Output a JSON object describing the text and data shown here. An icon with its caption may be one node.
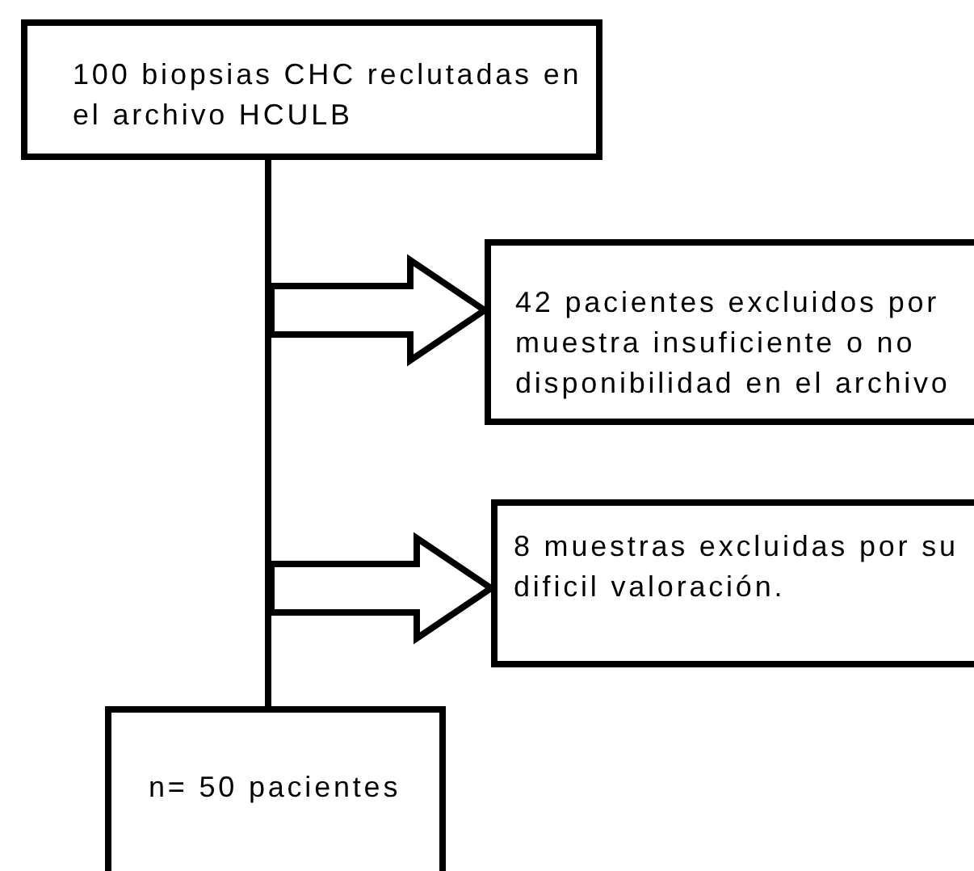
{
  "diagram": {
    "nodes": [
      {
        "text": [
          "100 biopsias CHC reclutadas en el archivo HCULB"
        ]
      },
      {
        "text": [
          "42 pacientes excluidos por muestra insuficiente o no disponibilidad en el archivo"
        ]
      },
      {
        "text": [
          "8 muestras excluidas por su dificil valoración."
        ]
      },
      {
        "text": [
          "n= 50 pacientes"
        ]
      }
    ],
    "edges": [
      {
        "from": 0,
        "to": 3,
        "arrow": "none"
      },
      {
        "from": null,
        "to": 1,
        "arrow": "to",
        "style": "thick"
      },
      {
        "from": null,
        "to": 2,
        "arrow": "to",
        "style": "thick"
      }
    ]
  }
}
